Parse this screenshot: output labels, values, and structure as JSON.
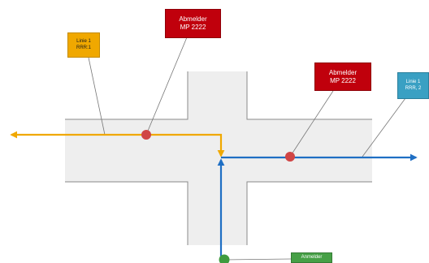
{
  "labels": {
    "abmelder_top": {
      "line1": "Abmelder",
      "line2": "MP 2222",
      "color": "#c0000c"
    },
    "abmelder_right": {
      "line1": "Abmelder",
      "line2": "MP 2222",
      "color": "#c0000c"
    },
    "linie_yellow": {
      "line1": "Linie 1",
      "line2": "RRR:1",
      "color": "#f0a800"
    },
    "linie_blue": {
      "line1": "Linie 1",
      "line2": "RRR, 2",
      "color": "#3aa0c3"
    },
    "anmelder": {
      "line1": "Anmelder",
      "color": "#46a046"
    }
  },
  "colors": {
    "road_fill": "#eeeeee",
    "road_edge": "#8a8a8a",
    "yellow_route": "#f0a800",
    "blue_route": "#1f6fc4",
    "signal_red": "#d04545",
    "signal_green": "#3f9b3f",
    "leader_line": "#777777"
  }
}
